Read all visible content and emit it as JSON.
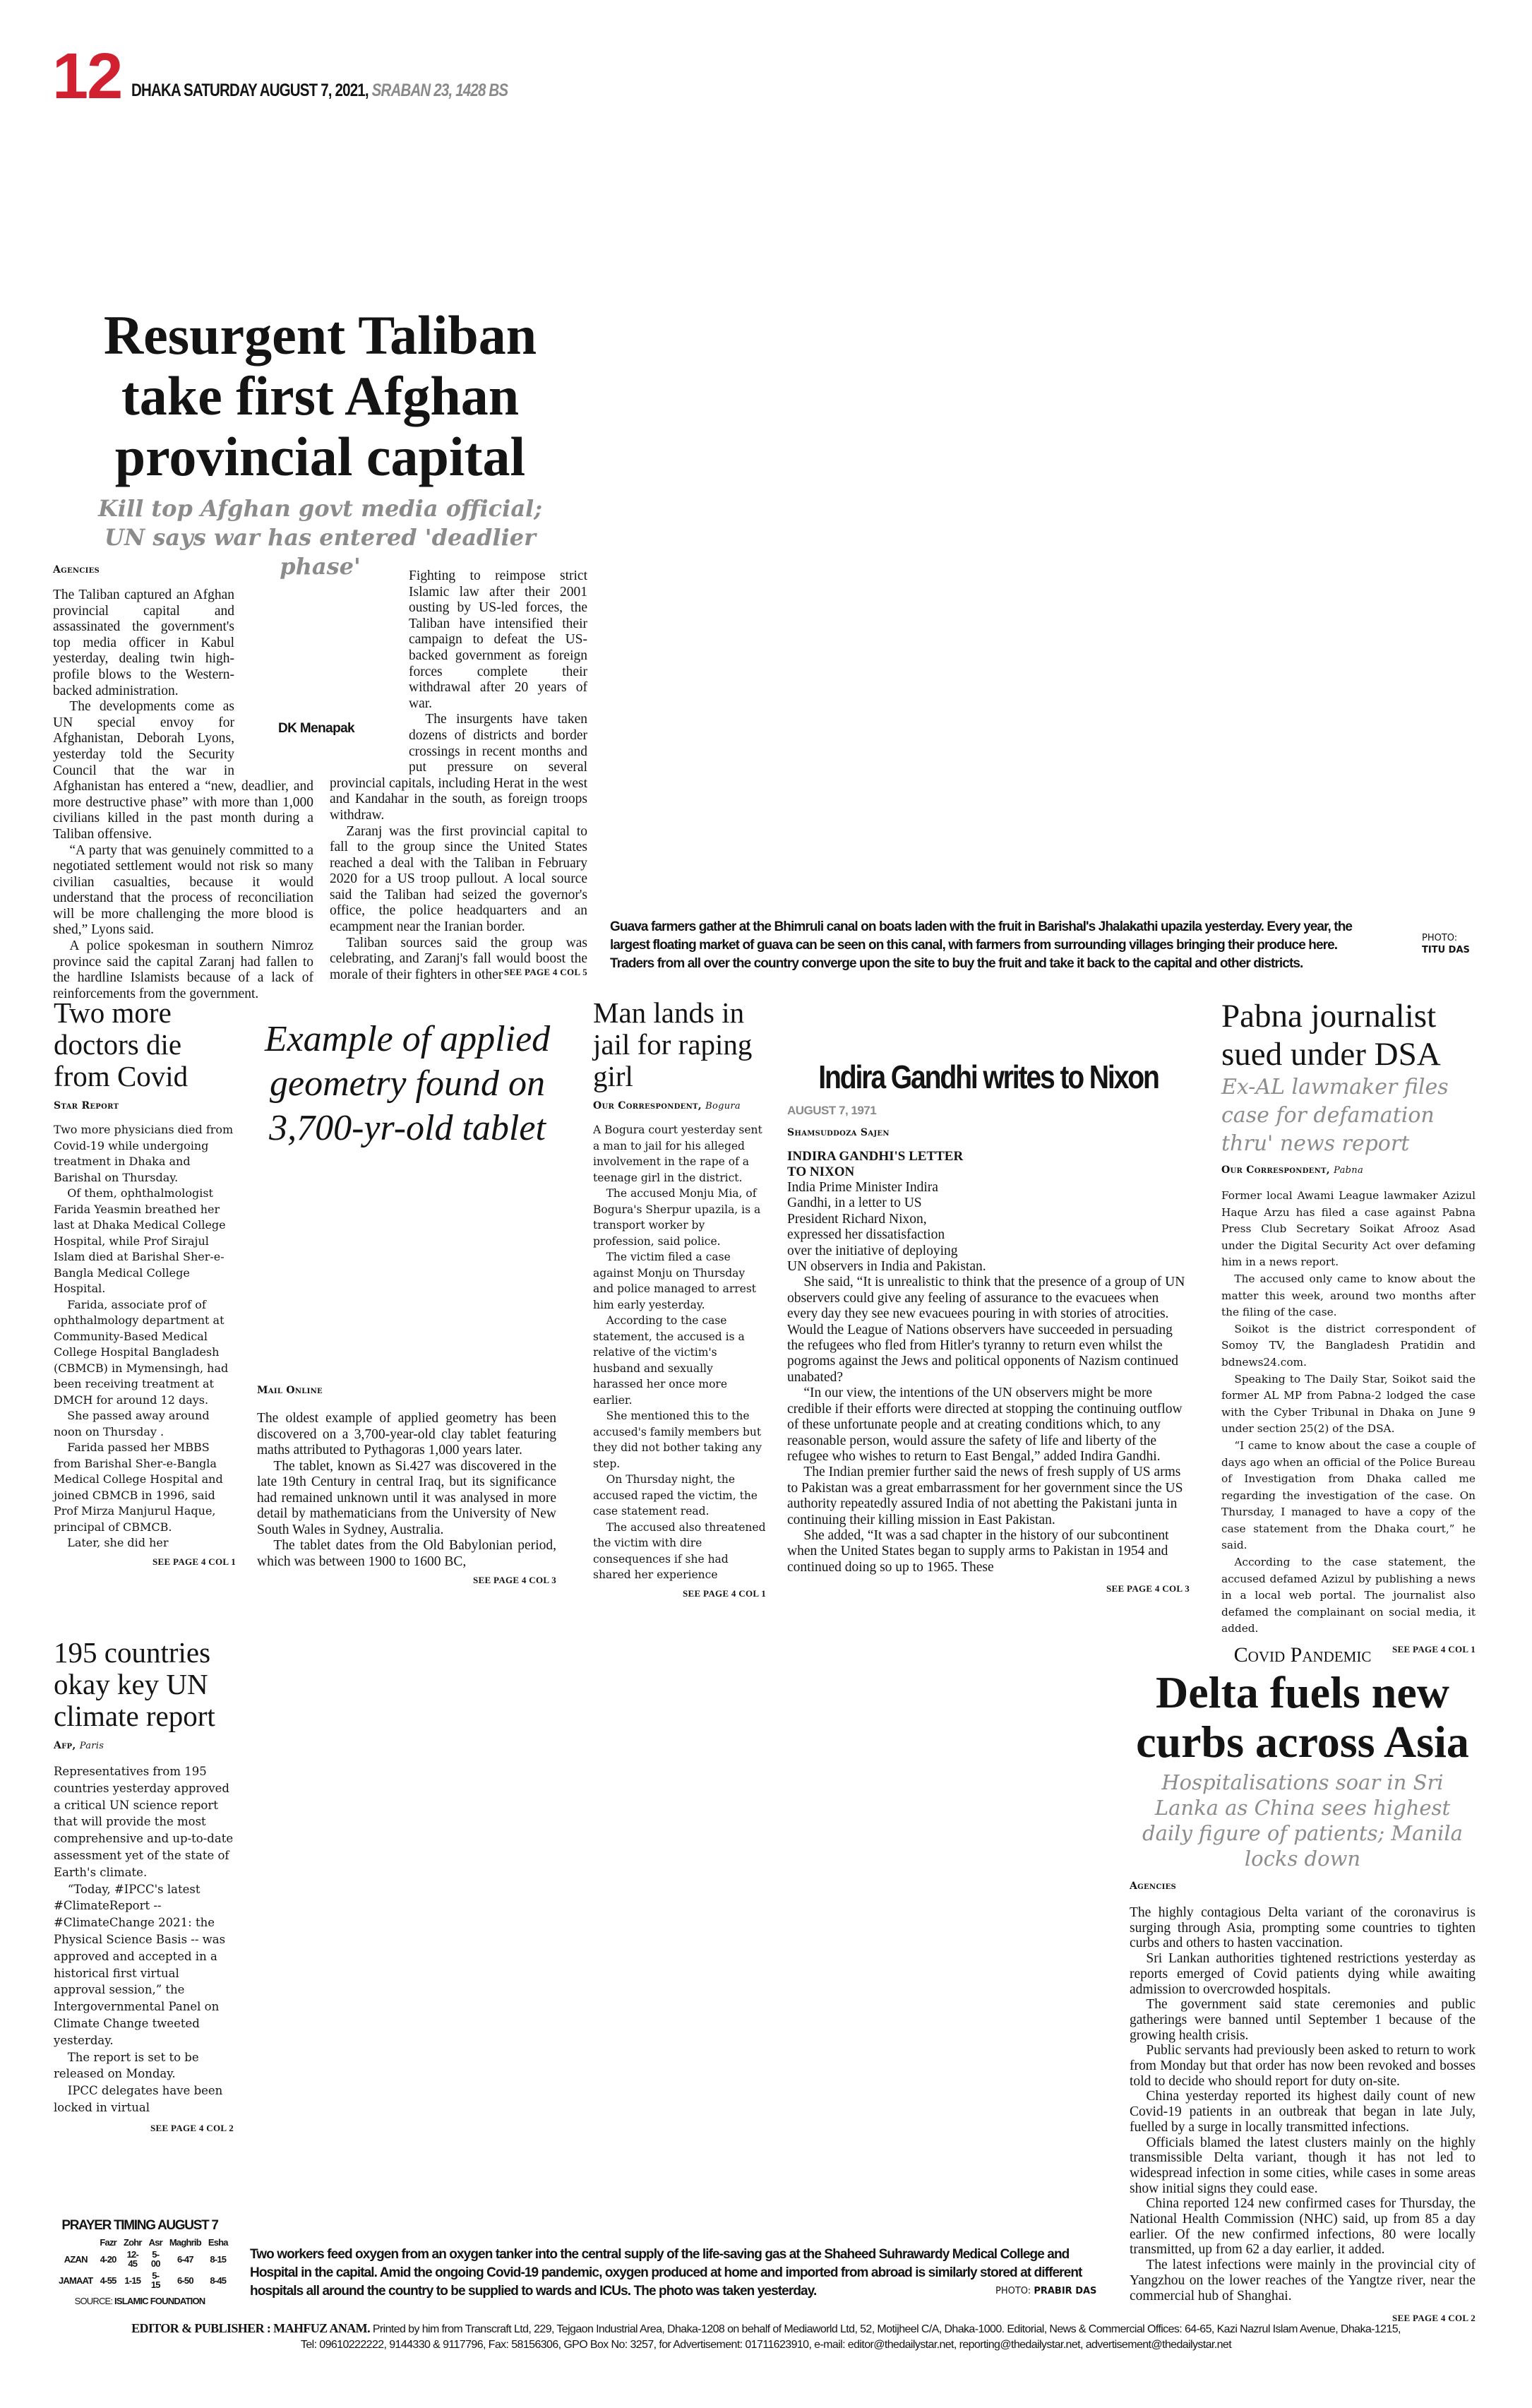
{
  "masthead": {
    "page_number": "12",
    "date": "DHAKA SATURDAY AUGUST 7, 2021,",
    "bangla_date": "SRABAN 23, 1428 BS"
  },
  "guava_photo": {
    "caption": "Guava farmers gather at the Bhimruli canal on boats laden with the fruit in Barishal's Jhalakathi upazila yesterday. Every year, the largest floating market of guava can be seen on this canal, with farmers from surrounding villages bringing their produce here. Traders from all over the country converge upon the site to buy the fruit and take it back to the capital and other districts.",
    "credit_label": "PHOTO:",
    "credit_name": "TITU DAS"
  },
  "taliban": {
    "headline": "Resurgent Taliban take first Afghan provincial capital",
    "subhead": "Kill top Afghan govt media official; UN says war has entered 'deadlier phase'",
    "byline": "Agencies",
    "photo_credit": "DK Menapak",
    "left": [
      "The Taliban captured an Afghan provincial capital and assassinated the government's top media officer in Kabul yesterday, dealing twin high-profile blows to the Western-backed administration.",
      "The developments come as UN special envoy for Afghanistan, Deborah Lyons, yesterday told the Security Council that the war in Afghanistan has entered a “new, deadlier, and more destructive phase” with more than 1,000 civilians killed in the past month during a Taliban offensive.",
      "“A party that was genuinely committed to a negotiated settlement would not risk so many civilian casualties, because it would understand that the process of reconciliation will be more challenging the more blood is shed,” Lyons said.",
      "A police spokesman in southern Nimroz province said the capital Zaranj had fallen to the hardline Islamists because of a lack of reinforcements from the government."
    ],
    "right": [
      "Fighting to reimpose strict Islamic law after their 2001 ousting by US-led forces, the Taliban have intensified their campaign to defeat the US-backed government as foreign forces complete their withdrawal after 20 years of war.",
      "The insurgents have taken dozens of districts and border crossings in recent months and put pressure on several provincial capitals, including Herat in the west and Kandahar in the south, as foreign troops withdraw.",
      "Zaranj was the first provincial capital to fall to the group since the United States reached a deal with the Taliban in February 2020 for a US troop pullout. A local source said the Taliban had seized the governor's office, the police headquarters and an ecampment near the Iranian border.",
      "Taliban sources said the group was celebrating, and Zaranj's fall would boost the morale of their fighters in other"
    ],
    "see_page": "SEE PAGE 4 COL 5"
  },
  "doctors": {
    "headline": "Two more doctors die from Covid",
    "byline": "Star Report",
    "body": [
      "Two more physicians died from Covid-19 while undergoing treatment in Dhaka and Barishal on Thursday.",
      "Of them, ophthalmologist Farida Yeasmin breathed her last at Dhaka Medical College Hospital, while Prof Sirajul Islam died at Barishal Sher-e-Bangla Medical College Hospital.",
      "Farida, associate prof of ophthalmology department at Community-Based Medical College Hospital Bangladesh (CBMCB) in Mymensingh, had been receiving treatment at DMCH for around 12 days.",
      "She passed away around noon on Thursday .",
      "Farida passed her MBBS from Barishal Sher-e-Bangla Medical College Hospital and joined CBMCB in 1996, said Prof Mirza Manjurul Haque, principal of CBMCB.",
      "Later, she did her"
    ],
    "see_page": "SEE PAGE 4 COL 1"
  },
  "geometry": {
    "headline": "Example of applied geometry found on 3,700-yr-old tablet",
    "byline": "Mail Online",
    "body": [
      "The oldest example of applied geometry has been discovered on a 3,700-year-old clay tablet featuring maths attributed to Pythagoras 1,000 years later.",
      "The tablet, known as Si.427 was discovered in the late 19th Century in central Iraq, but its significance had remained unknown until it was analysed in more detail by mathematicians from the University of New South Wales in Sydney, Australia.",
      "The tablet dates from the Old Babylonian period, which was between 1900 to 1600 BC,"
    ],
    "see_page": "SEE PAGE 4 COL 3"
  },
  "jail": {
    "headline": "Man lands in jail for raping girl",
    "byline": "Our Correspondent,",
    "dateline": "Bogura",
    "body": [
      "A Bogura court yesterday sent a man to jail for his alleged involvement in the rape of a teenage girl in the district.",
      "The accused Monju Mia, of Bogura's Sherpur upazila, is a transport worker by profession, said police.",
      "The victim filed a case against Monju on Thursday and police managed to arrest him early yesterday.",
      "According to the case statement, the accused is a relative of the victim's husband and sexually harassed her once more earlier.",
      "She mentioned this to the accused's family members but they did not bother taking any step.",
      "On Thursday night, the accused raped the victim, the case statement read.",
      "The accused also threatened the victim with dire consequences if she had shared her experience"
    ],
    "see_page": "SEE PAGE 4 COL 1"
  },
  "indira": {
    "headline": "Indira Gandhi writes to Nixon",
    "date": "AUGUST 7, 1971",
    "byline": "Shamsuddoza Sajen",
    "letter_heading": "INDIRA GANDHI'S LETTER\nTO NIXON",
    "body": [
      "India Prime Minister Indira\nGandhi, in a letter to US\nPresident Richard Nixon,\nexpressed her dissatisfaction\nover the initiative of deploying\nUN observers in India and Pakistan.",
      "She said, “It is unrealistic to think that the presence of a group of UN observers could give any feeling of assurance to the evacuees when every day they see new evacuees pouring in with stories of atrocities. Would the League of Nations observers have succeeded in persuading the refugees who fled from Hitler's tyranny to return even whilst the pogroms against the Jews and political opponents of Nazism continued unabated?",
      "“In our view, the intentions of the UN observers might be more credible if their efforts were directed at stopping the continuing outflow of these unfortunate people and at creating conditions which, to any reasonable person, would assure the safety of life and liberty of the refugee who wishes to return to East Bengal,” added Indira Gandhi.",
      "The Indian premier further said the news of fresh supply of US arms to Pakistan was a great embarrassment for her government since the US authority repeatedly assured India of not abetting the Pakistani junta in continuing their killing mission in East Pakistan.",
      "She added, “It was a sad chapter in the history of our subcontinent when the United States began to supply arms to Pakistan in 1954 and continued doing so up to 1965. These"
    ],
    "see_page": "SEE PAGE 4 COL 3"
  },
  "pabna": {
    "headline": "Pabna journalist sued under DSA",
    "subhead": "Ex-AL lawmaker files case for defamation thru' news report",
    "byline": "Our Correspondent,",
    "dateline": "Pabna",
    "body": [
      "Former local Awami League lawmaker Azizul Haque Arzu has filed a case against Pabna Press Club Secretary Soikat Afrooz Asad under the Digital Security Act over defaming him in a news report.",
      "The accused only came to know about the matter this week, around two months after the filing of the case.",
      "Soikot is the district correspondent of Somoy TV, the Bangladesh Pratidin and bdnews24.com.",
      "Speaking to The Daily Star, Soikot said the former AL MP from Pabna-2 lodged the case with the Cyber Tribunal in Dhaka on June 9 under section 25(2) of the DSA.",
      "“I came to know about the case a couple of days ago when an official of the Police Bureau of Investigation from Dhaka called me regarding the investigation of the case. On Thursday, I managed to have a copy of the case statement from the Dhaka court,” he said.",
      "According to the case statement, the accused defamed Azizul by publishing a news in a local web portal. The journalist also defamed the complainant on social media, it added."
    ],
    "see_page": "SEE PAGE 4 COL 1"
  },
  "climate": {
    "headline": "195 countries okay key UN climate report",
    "byline": "Afp,",
    "dateline": "Paris",
    "body": [
      "Representatives from 195 countries yesterday approved a critical UN science report that will provide the most comprehensive and up-to-date assessment yet of the state of Earth's climate.",
      "“Today, #IPCC's latest #ClimateReport -- #ClimateChange 2021: the Physical Science Basis -- was approved and accepted in a historical first virtual approval session,” the Intergovernmental Panel on Climate Change tweeted yesterday.",
      "The report is set to be released on Monday.",
      "IPCC delegates have been locked in virtual"
    ],
    "see_page": "SEE PAGE 4 COL 2"
  },
  "delta": {
    "kicker": "Covid Pandemic",
    "headline": "Delta fuels new curbs across Asia",
    "subhead": "Hospitalisations soar in Sri Lanka as China sees highest daily figure of patients; Manila locks down",
    "byline": "Agencies",
    "body": [
      "The highly contagious Delta variant of the coronavirus is surging through Asia, prompting some countries to tighten curbs and others to hasten vaccination.",
      "Sri Lankan authorities tightened restrictions yesterday as reports emerged of Covid patients dying while awaiting admission to overcrowded hospitals.",
      "The government said state ceremonies and public gatherings were banned until September 1 because of the growing health crisis.",
      "Public servants had previously been asked to return to work from Monday but that order has now been revoked and bosses told to decide who should report for duty on-site.",
      "China yesterday reported its highest daily count of new Covid-19 patients in an outbreak that began in late July, fuelled by a surge in locally transmitted infections.",
      "Officials blamed the latest clusters mainly on the highly transmissible Delta variant, though it has not led to widespread infection in some cities, while cases in some areas show initial signs they could ease.",
      "China reported 124 new confirmed cases for Thursday, the National Health Commission (NHC) said, up from 85 a day earlier. Of the new confirmed infections, 80 were locally transmitted, up from 62 a day earlier, it added.",
      "The latest infections were mainly in the provincial city of Yangzhou on the lower reaches of the Yangtze river, near the commercial hub of Shanghai."
    ],
    "see_page": "SEE PAGE 4 COL 2"
  },
  "oxygen_photo": {
    "caption": "Two workers feed oxygen from an oxygen tanker into the central supply of the life-saving gas at the Shaheed Suhrawardy Medical College and Hospital in the capital. Amid the ongoing Covid-19 pandemic, oxygen produced at home and imported from abroad is similarly stored at different hospitals all around the country to be supplied to wards and ICUs. The photo was taken yesterday.",
    "credit_label": "PHOTO:",
    "credit_name": "PRABIR DAS"
  },
  "prayer": {
    "title": "PRAYER TIMING AUGUST 7",
    "headers": [
      "Fazr",
      "Zohr",
      "Asr",
      "Maghrib",
      "Esha"
    ],
    "rows": [
      {
        "label": "AZAN",
        "times": [
          "4-20",
          "12-45",
          "5-00",
          "6-47",
          "8-15"
        ]
      },
      {
        "label": "JAMAAT",
        "times": [
          "4-55",
          "1-15",
          "5-15",
          "6-50",
          "8-45"
        ]
      }
    ],
    "source_label": "SOURCE:",
    "source": "ISLAMIC FOUNDATION"
  },
  "footer": {
    "editor": "EDITOR & PUBLISHER : MAHFUZ ANAM.",
    "line1": "Printed by him from Transcraft Ltd, 229, Tejgaon Industrial Area, Dhaka-1208 on behalf of Mediaworld Ltd, 52, Motijheel C/A, Dhaka-1000. Editorial, News & Commercial Offices: 64-65, Kazi Nazrul Islam Avenue, Dhaka-1215,",
    "line2": "Tel: 09610222222, 9144330 & 9117796, Fax: 58156306, GPO Box No: 3257, for Advertisement: 01711623910, e-mail: editor@thedailystar.net, reporting@thedailystar.net, advertisement@thedailystar.net"
  },
  "colors": {
    "accent": "#d12030",
    "subhead_gray": "#8c8c8c"
  }
}
